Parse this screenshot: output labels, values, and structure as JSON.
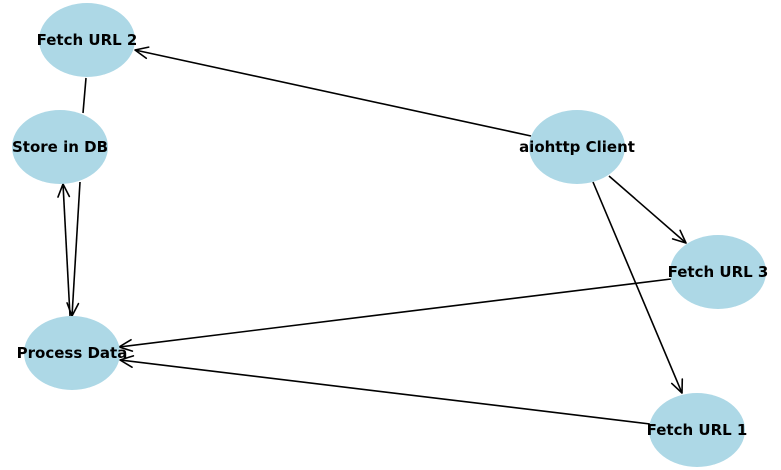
{
  "diagram": {
    "type": "directed-graph",
    "node_color": "#add8e6",
    "edge_color": "#000000",
    "nodes": [
      {
        "id": "fetch_url_2",
        "label": "Fetch URL 2"
      },
      {
        "id": "store_in_db",
        "label": "Store in DB"
      },
      {
        "id": "aiohttp_client",
        "label": "aiohttp Client"
      },
      {
        "id": "fetch_url_3",
        "label": "Fetch URL 3"
      },
      {
        "id": "process_data",
        "label": "Process Data"
      },
      {
        "id": "fetch_url_1",
        "label": "Fetch URL 1"
      }
    ],
    "edges": [
      {
        "from": "aiohttp_client",
        "to": "fetch_url_2",
        "arrow": true
      },
      {
        "from": "aiohttp_client",
        "to": "fetch_url_3",
        "arrow": true
      },
      {
        "from": "aiohttp_client",
        "to": "fetch_url_1",
        "arrow": true
      },
      {
        "from": "fetch_url_2",
        "to": "store_in_db",
        "arrow": false
      },
      {
        "from": "store_in_db",
        "to": "process_data",
        "arrow": true
      },
      {
        "from": "process_data",
        "to": "store_in_db",
        "arrow": true
      },
      {
        "from": "fetch_url_3",
        "to": "process_data",
        "arrow": true
      },
      {
        "from": "fetch_url_1",
        "to": "process_data",
        "arrow": true
      }
    ]
  }
}
